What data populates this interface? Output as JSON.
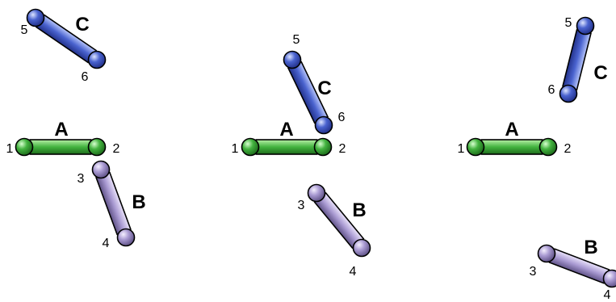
{
  "colors": {
    "A": {
      "fill": "#43b33f",
      "light": "#b7f0a8",
      "dark": "#1d6b1b"
    },
    "B": {
      "fill": "#a99ad2",
      "light": "#ebe4fb",
      "dark": "#5f5287"
    },
    "C": {
      "fill": "#4a63cf",
      "light": "#b9c7fb",
      "dark": "#22318a"
    }
  },
  "panels": [
    {
      "segments": [
        {
          "label": "A",
          "end1": "1",
          "end2": "2"
        },
        {
          "label": "B",
          "end1": "3",
          "end2": "4"
        },
        {
          "label": "C",
          "end1": "5",
          "end2": "6"
        }
      ]
    },
    {
      "segments": [
        {
          "label": "A",
          "end1": "1",
          "end2": "2"
        },
        {
          "label": "B",
          "end1": "3",
          "end2": "4"
        },
        {
          "label": "C",
          "end1": "5",
          "end2": "6"
        }
      ]
    },
    {
      "segments": [
        {
          "label": "A",
          "end1": "1",
          "end2": "2"
        },
        {
          "label": "B",
          "end1": "3",
          "end2": "4"
        },
        {
          "label": "C",
          "end1": "5",
          "end2": "6"
        }
      ]
    }
  ]
}
